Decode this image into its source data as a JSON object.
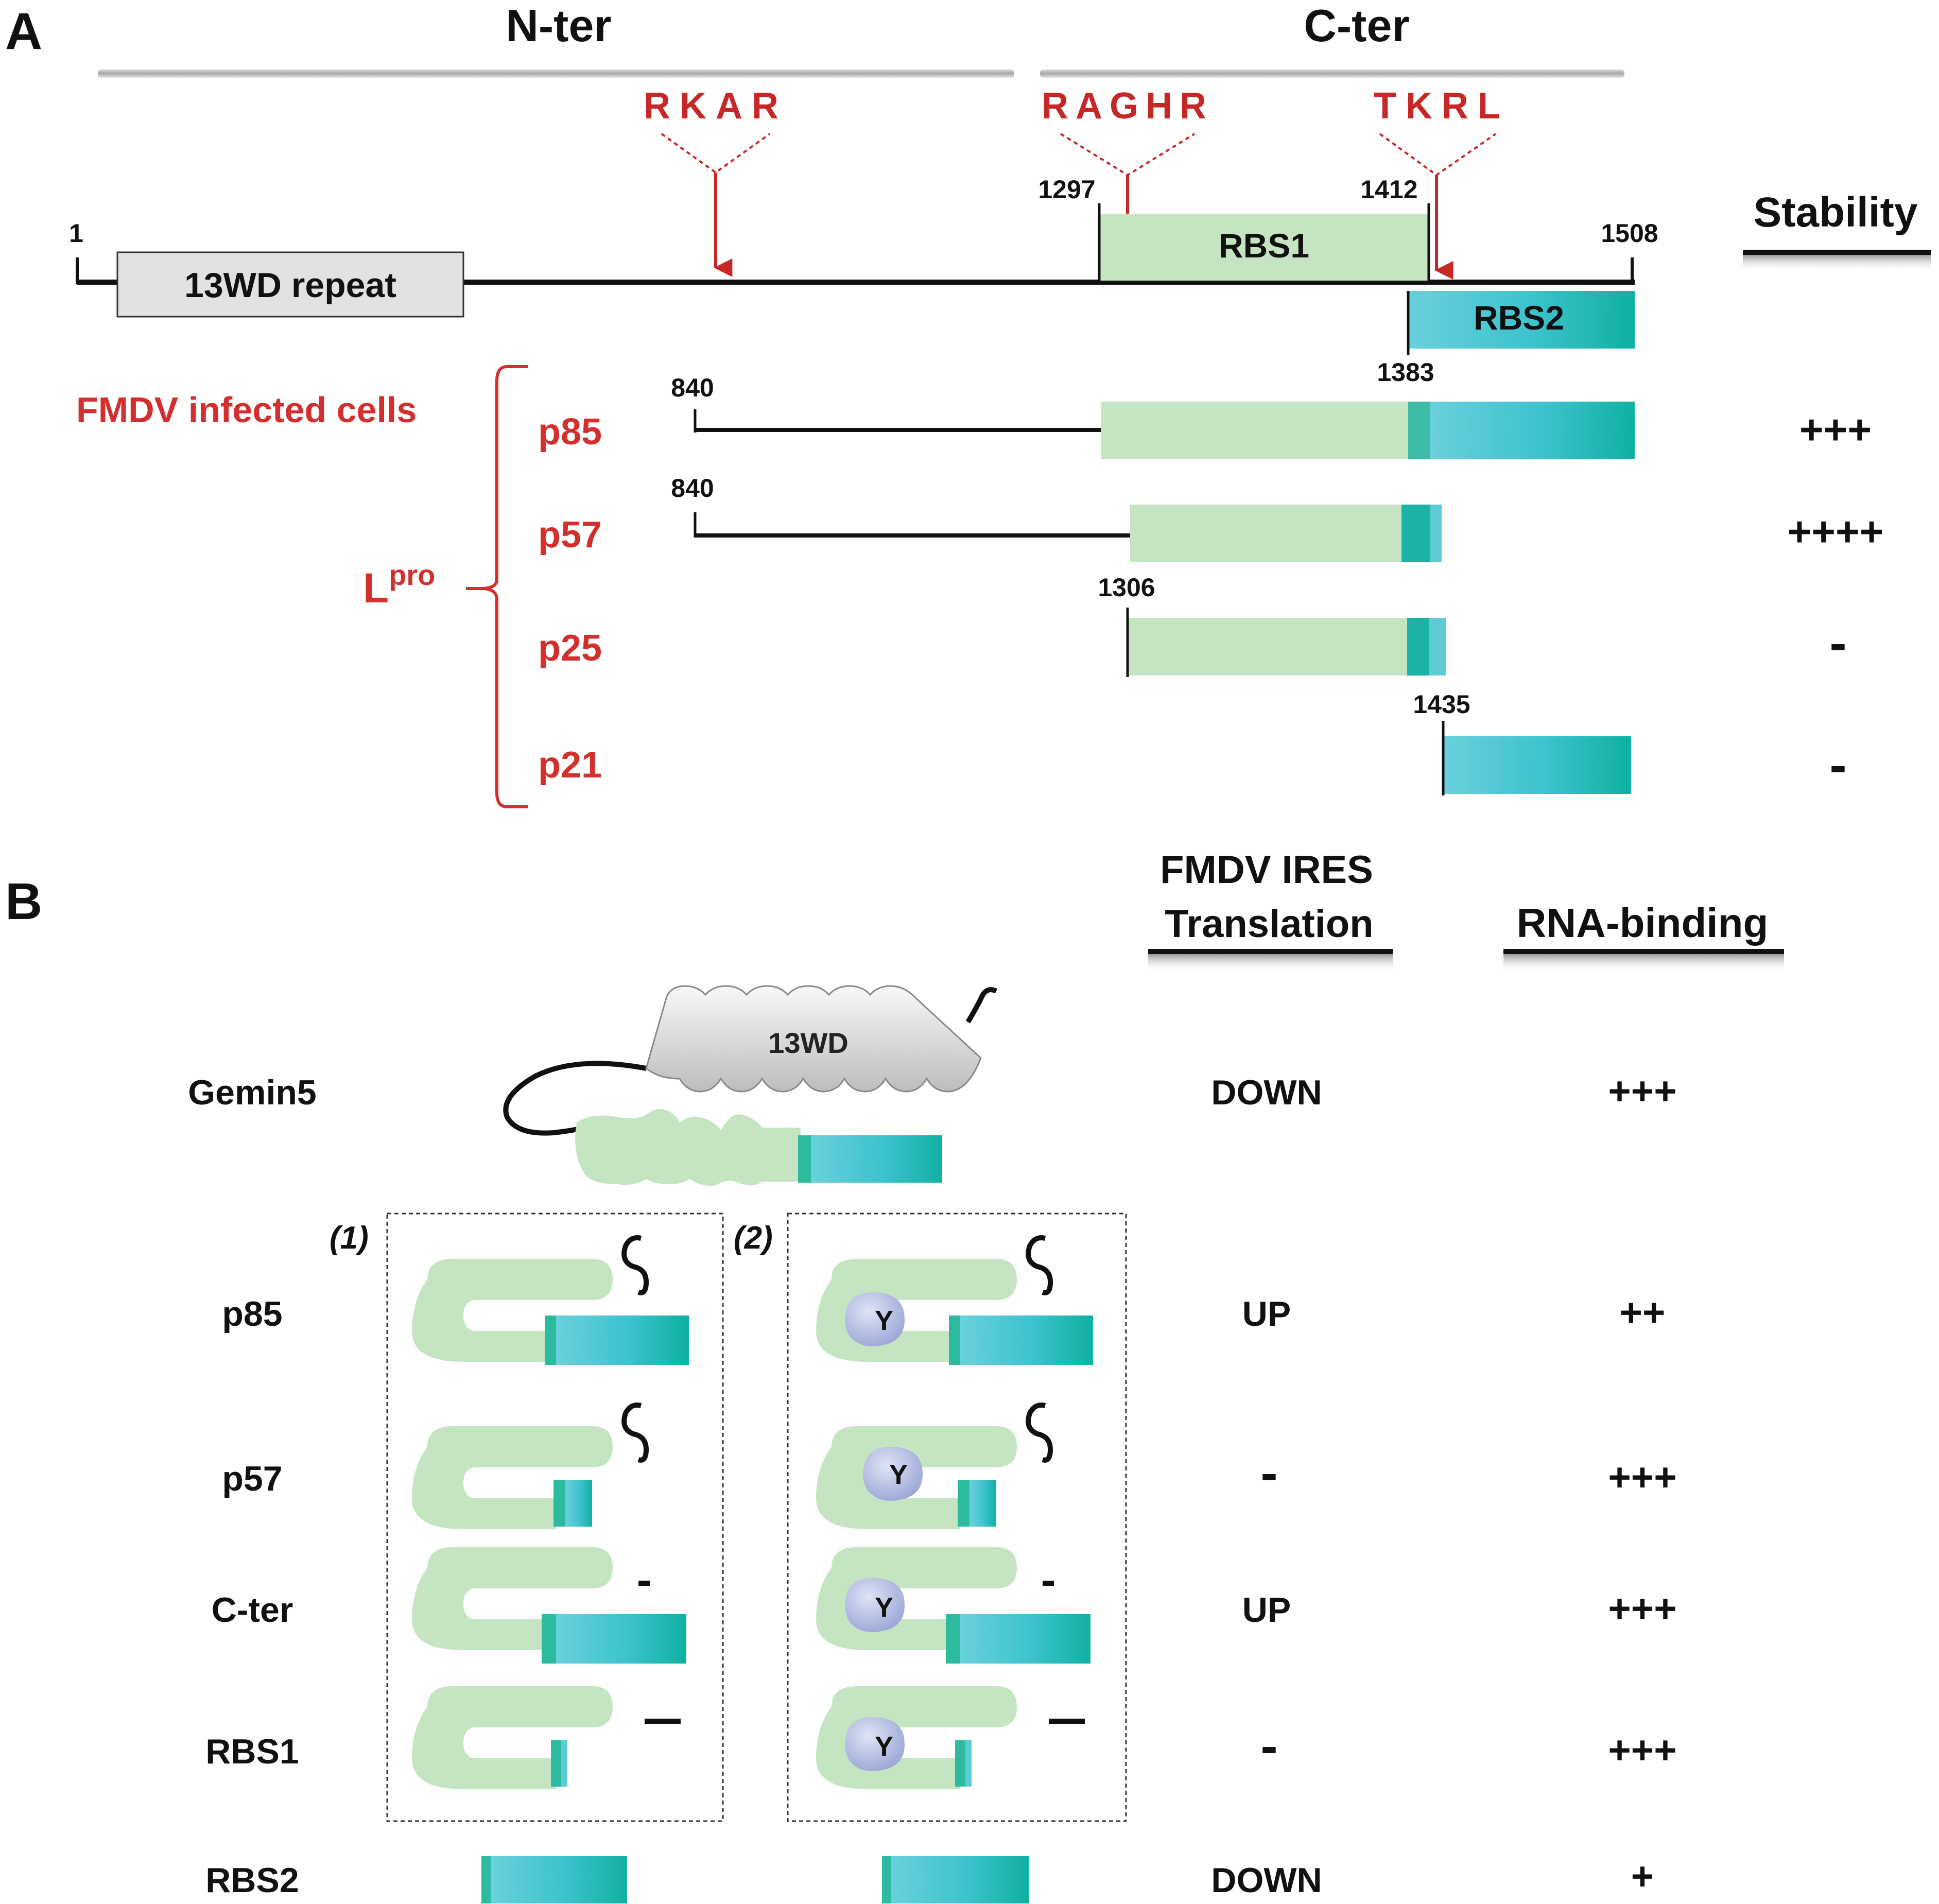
{
  "colors": {
    "red": "#d32f2f",
    "black": "#111111",
    "light_green": "#c5e5c2",
    "teal_light": "#5ccbd6",
    "teal_dark": "#0fb3a8",
    "grey_box": "#e2e2e2"
  },
  "panel_a": {
    "label": "A",
    "domains": {
      "n_ter": "N-ter",
      "c_ter": "C-ter"
    },
    "cleavage_sites": {
      "rkar": "RKAR",
      "raghr": "RAGHR",
      "tkrl": "TKRL"
    },
    "positions": {
      "p1": "1",
      "p1297": "1297",
      "p1412": "1412",
      "p1508": "1508",
      "p1383": "1383",
      "p840a": "840",
      "p840b": "840",
      "p1306": "1306",
      "p1435": "1435"
    },
    "wd_box": "13WD repeat",
    "rbs1": "RBS1",
    "rbs2": "RBS2",
    "stability_header": "Stability",
    "infected_label": "FMDV infected cells",
    "lpro": {
      "base": "L",
      "sup": "pro"
    },
    "fragments": [
      {
        "name": "p85",
        "stability": "+++"
      },
      {
        "name": "p57",
        "stability": "++++"
      },
      {
        "name": "p25",
        "stability": "-"
      },
      {
        "name": "p21",
        "stability": "-"
      }
    ]
  },
  "panel_b": {
    "label": "B",
    "col_translation": {
      "line1": "FMDV IRES",
      "line2": "Translation"
    },
    "col_binding": "RNA-binding",
    "wd_cartoon_label": "13WD",
    "box_labels": {
      "box1": "(1)",
      "box2": "(2)"
    },
    "y_label": "Y",
    "rows": [
      {
        "name": "Gemin5",
        "translation": "DOWN",
        "binding": "+++"
      },
      {
        "name": "p85",
        "translation": "UP",
        "binding": "++"
      },
      {
        "name": "p57",
        "translation": "-",
        "binding": "+++"
      },
      {
        "name": "C-ter",
        "translation": "UP",
        "binding": "+++"
      },
      {
        "name": "RBS1",
        "translation": "-",
        "binding": "+++"
      },
      {
        "name": "RBS2",
        "translation": "DOWN",
        "binding": "+"
      }
    ]
  }
}
